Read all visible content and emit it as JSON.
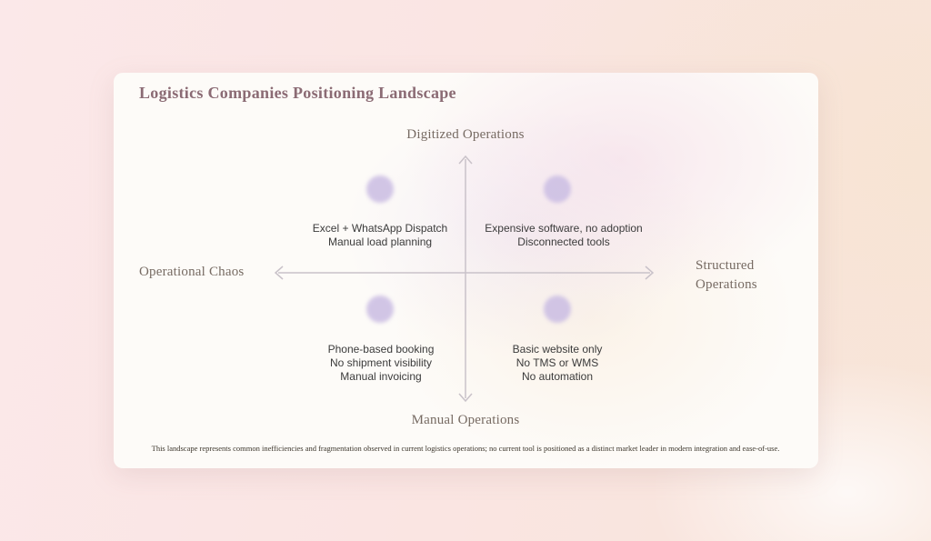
{
  "title": "Logistics Companies Positioning Landscape",
  "axes": {
    "top_label": "Digitized Operations",
    "bottom_label": "Manual Operations",
    "left_label": "Operational Chaos",
    "right_label": "Structured Operations"
  },
  "quadrants": {
    "top_left": {
      "lines": [
        "Excel + WhatsApp Dispatch",
        "Manual load planning"
      ]
    },
    "top_right": {
      "lines": [
        "Expensive software, no adoption",
        "Disconnected tools"
      ]
    },
    "bottom_left": {
      "lines": [
        "Phone-based booking",
        "No shipment visibility",
        "Manual invoicing"
      ]
    },
    "bottom_right": {
      "lines": [
        "Basic website only",
        "No TMS or WMS",
        "No automation"
      ]
    }
  },
  "footnote": "This landscape represents common inefficiencies and fragmentation observed in current logistics operations; no current tool is positioned as a distinct market leader in modern integration and ease-of-use.",
  "colors": {
    "dot": "#cdc0e4",
    "axis_line": "#c9c2c9",
    "title_text": "#8b6b74",
    "axis_label_text": "#766a62",
    "quadrant_text": "#3b3b3b",
    "footnote_text": "#3c362c",
    "card_background": "#fdfbf8",
    "page_background_pink": "#fbe8e9",
    "page_background_peach": "#f8e5da"
  }
}
